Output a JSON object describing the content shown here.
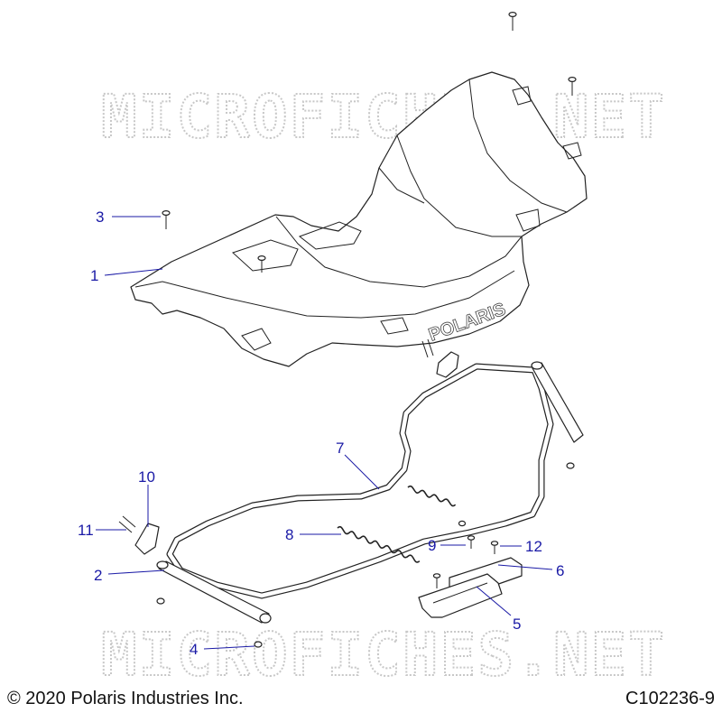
{
  "watermark": {
    "text": "MICROFICHES.NET"
  },
  "callouts": {
    "c1": "1",
    "c2": "2",
    "c3": "3",
    "c4": "4",
    "c5": "5",
    "c6": "6",
    "c7": "7",
    "c8": "8",
    "c9": "9",
    "c10": "10",
    "c11": "11",
    "c12": "12"
  },
  "body_logo": "POLARIS",
  "footer": {
    "copyright": "© 2020 Polaris Industries Inc.",
    "drawing_id": "C102236-9"
  },
  "colors": {
    "callout": "#1a1aa6",
    "line": "#222222",
    "watermark": "#c8c8c8"
  }
}
